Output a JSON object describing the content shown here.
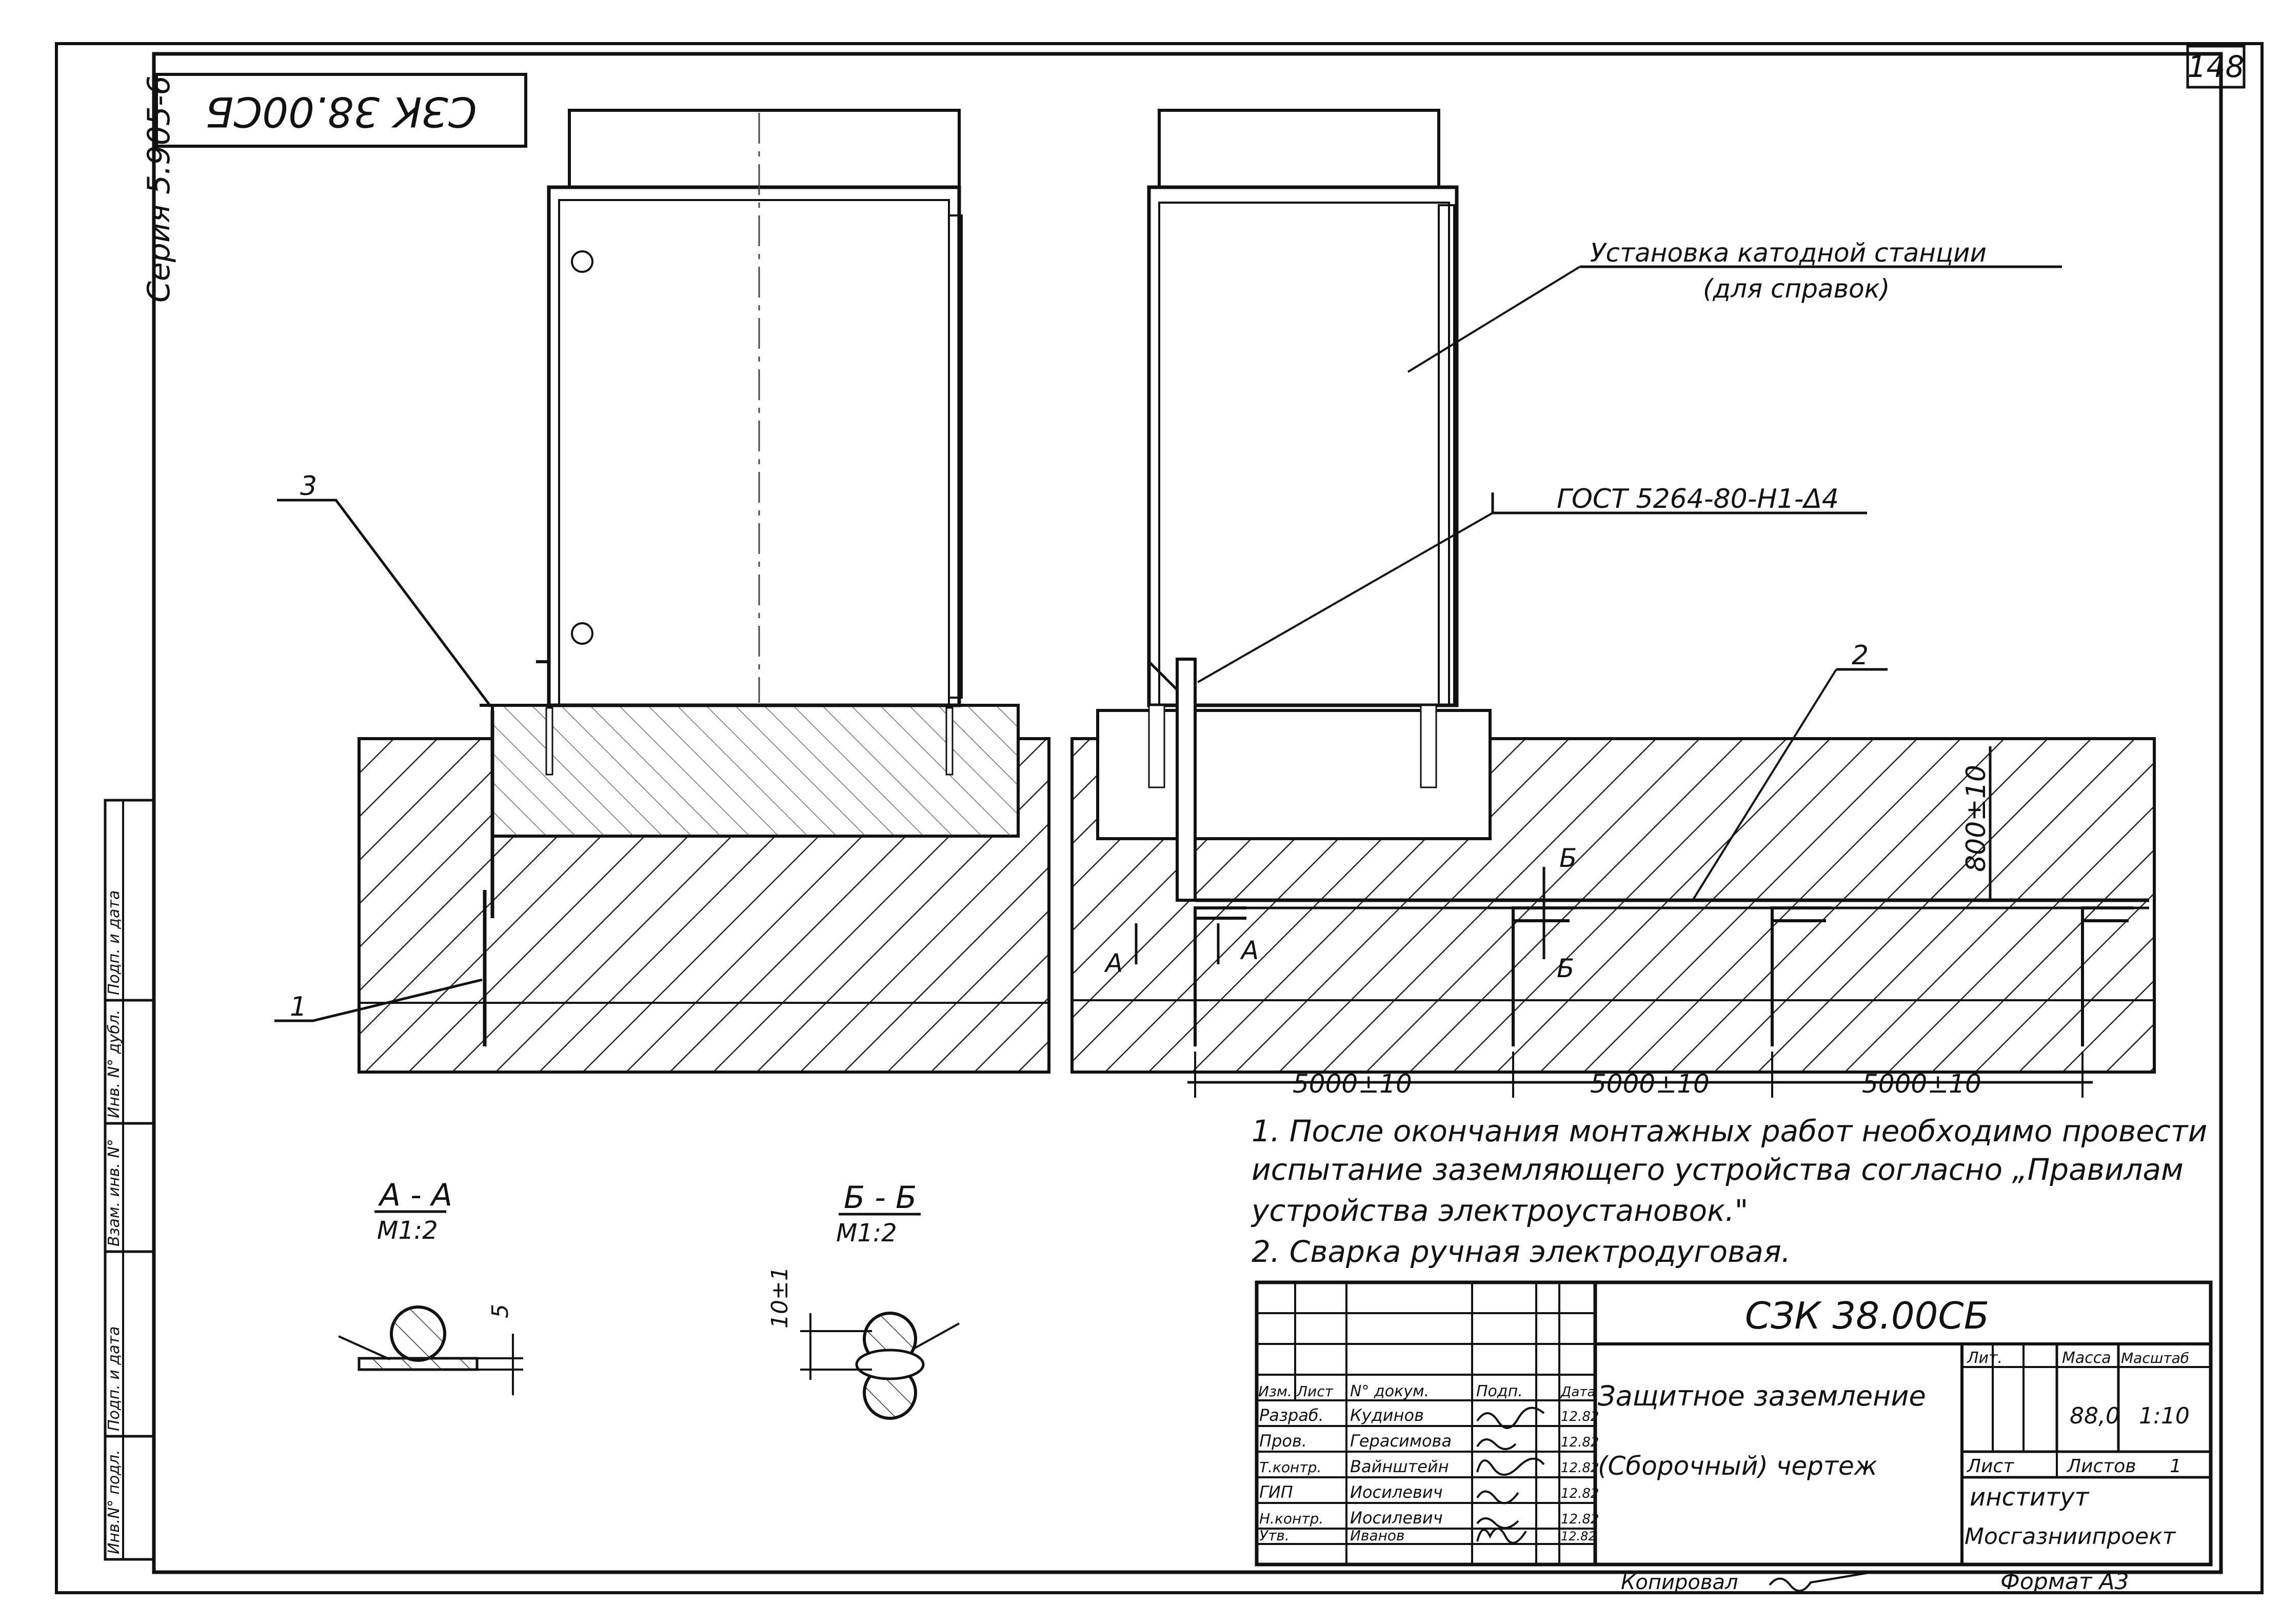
{
  "sheet_number": "148",
  "top_stamp": "СЗК 38.00СБ",
  "series": "Серия 5.905-6",
  "left_margin_labels": [
    "Инв.N° подл.",
    "Подп. и дата",
    "Взам. инв. N°",
    "Инв. N° дубл.",
    "Подп. и дата"
  ],
  "callouts": {
    "station": "Установка катодной станции",
    "station_note": "(для справок)",
    "weld_standard": "ГОСТ 5264-80-Н1-Δ4",
    "pos1": "1",
    "pos2": "2",
    "pos3": "3"
  },
  "section_marks": {
    "a": "А",
    "b": "Б"
  },
  "depth_dim": "800±10",
  "spacing_dims": [
    "5000±10",
    "5000±10",
    "5000±10"
  ],
  "notes": [
    "1. После окончания монтажных работ необходимо провести",
    "испытание заземляющего устройства согласно „Правилам",
    "устройства электроустановок.\"",
    "2. Сварка ручная электродуговая."
  ],
  "detail_aa": {
    "title": "А - А",
    "scale": "М1:2",
    "dim": "5"
  },
  "detail_bb": {
    "title": "Б - Б",
    "scale": "М1:2",
    "dim": "10±1"
  },
  "title_block": {
    "code": "СЗК 38.00СБ",
    "name": "Защитное заземление",
    "subtitle": "(Сборочный) чертеж",
    "headers": [
      "Изм.",
      "Лист",
      "N° докум.",
      "Подп.",
      "Дата"
    ],
    "rows": [
      {
        "role": "Разраб.",
        "name": "Кудинов",
        "date": "12.82"
      },
      {
        "role": "Пров.",
        "name": "Герасимова",
        "date": "12.82"
      },
      {
        "role": "Т.контр.",
        "name": "Вайнштейн",
        "date": "12.82"
      },
      {
        "role": "ГИП",
        "name": "Иосилевич",
        "date": "12.82"
      },
      {
        "role": "Н.контр.",
        "name": "Иосилевич",
        "date": "12.82"
      },
      {
        "role": "Утв.",
        "name": "Иванов",
        "date": "12.82"
      }
    ],
    "lit_label": "Лит.",
    "mass_label": "Масса",
    "scale_label": "Масштаб",
    "mass": "88,0",
    "scale": "1:10",
    "sheet_label": "Лист",
    "sheets_label": "Листов",
    "sheets": "1",
    "org_line1": "институт",
    "org_line2": "Мосгазниипроект"
  },
  "copied_label": "Копировал",
  "format_label": "Формат А3"
}
